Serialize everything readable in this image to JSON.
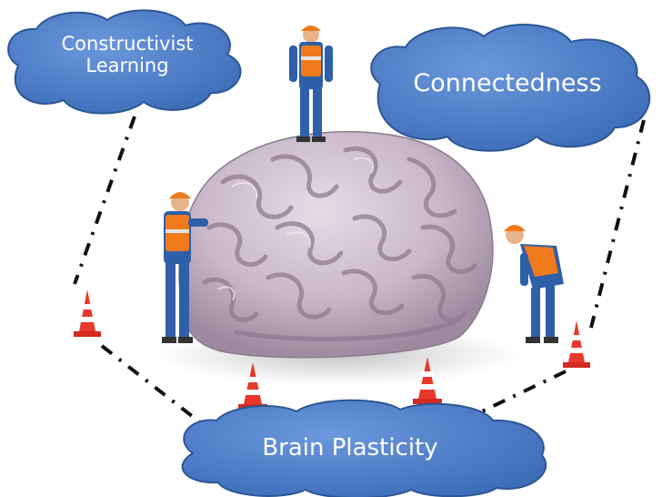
{
  "clouds": {
    "constructivist": {
      "line1": "Constructivist",
      "line2": "Learning"
    },
    "connectedness": {
      "label": "Connectedness"
    },
    "plasticity": {
      "label": "Brain Plasticity"
    }
  },
  "colors": {
    "cloud_fill": "#4a7cc9",
    "cloud_stroke": "#2d5694",
    "brain": "#c9b9c9",
    "vest": "#f07a1c",
    "overalls": "#2f5fa8",
    "cone": "#e8382c",
    "dash_line": "#111111"
  }
}
